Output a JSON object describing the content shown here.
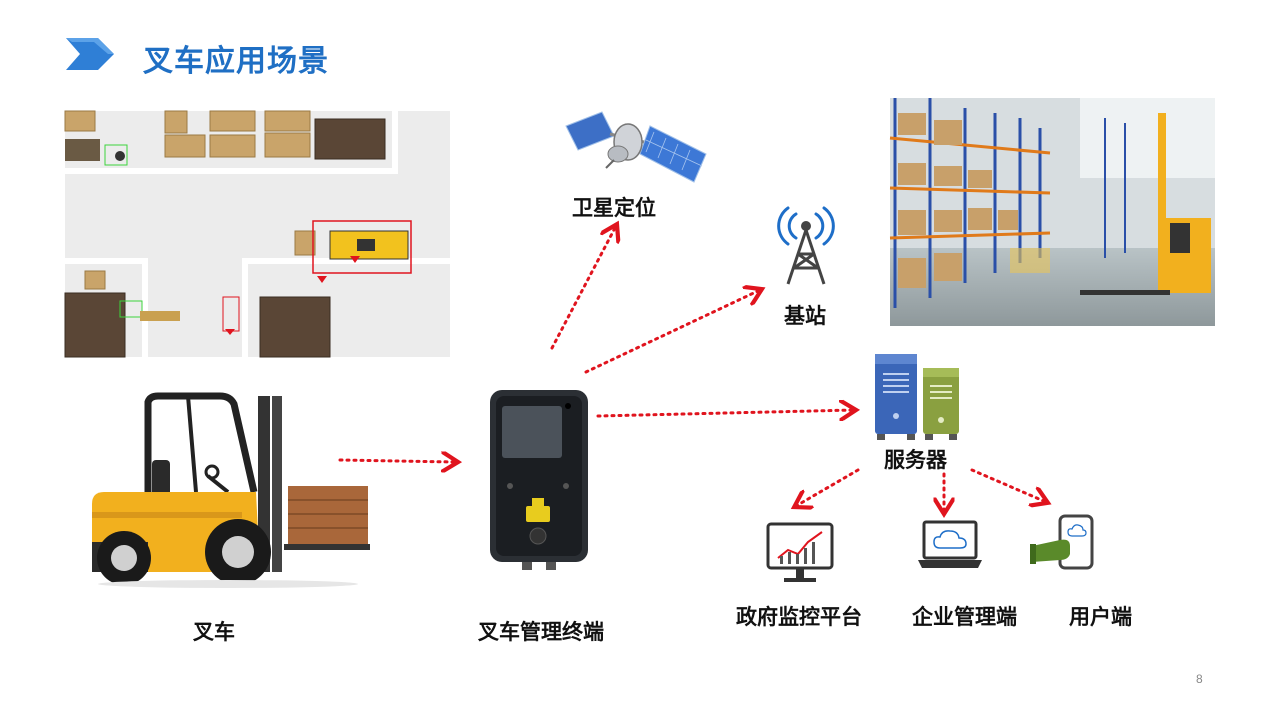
{
  "slide": {
    "title": "叉车应用场景",
    "page_number": "8"
  },
  "labels": {
    "forklift": "叉车",
    "terminal": "叉车管理终端",
    "satellite": "卫星定位",
    "base_station": "基站",
    "server": "服务器",
    "gov_platform": "政府监控平台",
    "enterprise": "企业管理端",
    "user": "用户端"
  },
  "colors": {
    "title": "#1f6fc4",
    "arrow": "#e0141e",
    "forklift_body": "#f2b01e"
  }
}
